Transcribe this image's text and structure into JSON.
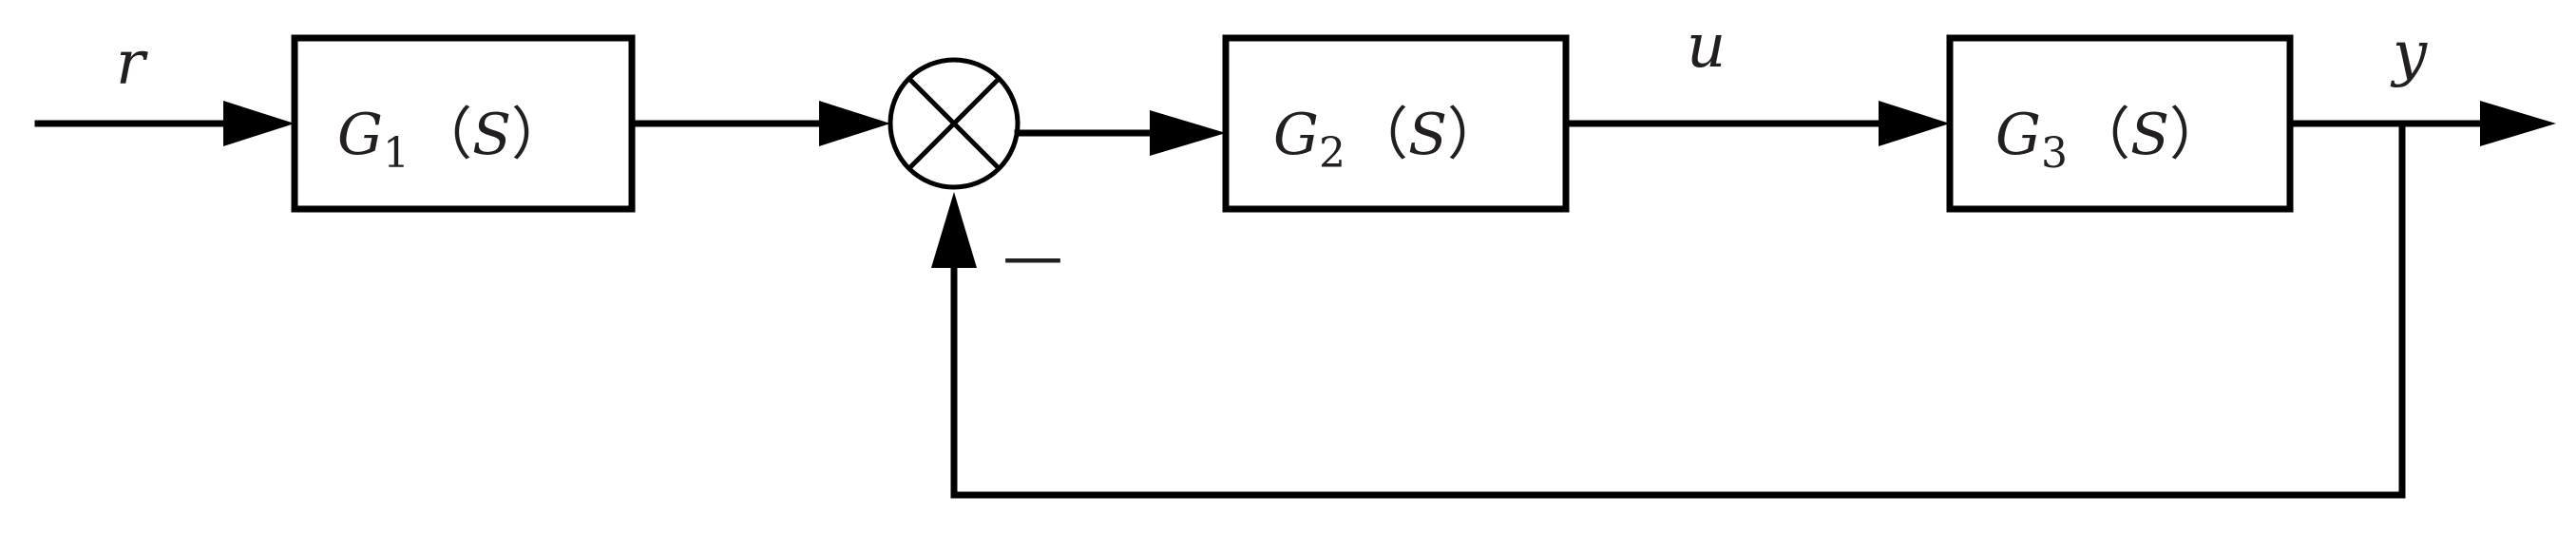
{
  "signals": {
    "input": "r",
    "control": "u",
    "output": "y"
  },
  "blocks": [
    {
      "name": "G",
      "sub": "1",
      "open": "（",
      "arg": "S",
      "close": "）"
    },
    {
      "name": "G",
      "sub": "2",
      "open": "（",
      "arg": "S",
      "close": "）"
    },
    {
      "name": "G",
      "sub": "3",
      "open": "（",
      "arg": "S",
      "close": "）"
    }
  ],
  "summing_junction": {
    "feedback_sign": "—"
  },
  "colors": {
    "line": "#000000",
    "text": "#231f20",
    "background": "#ffffff"
  }
}
